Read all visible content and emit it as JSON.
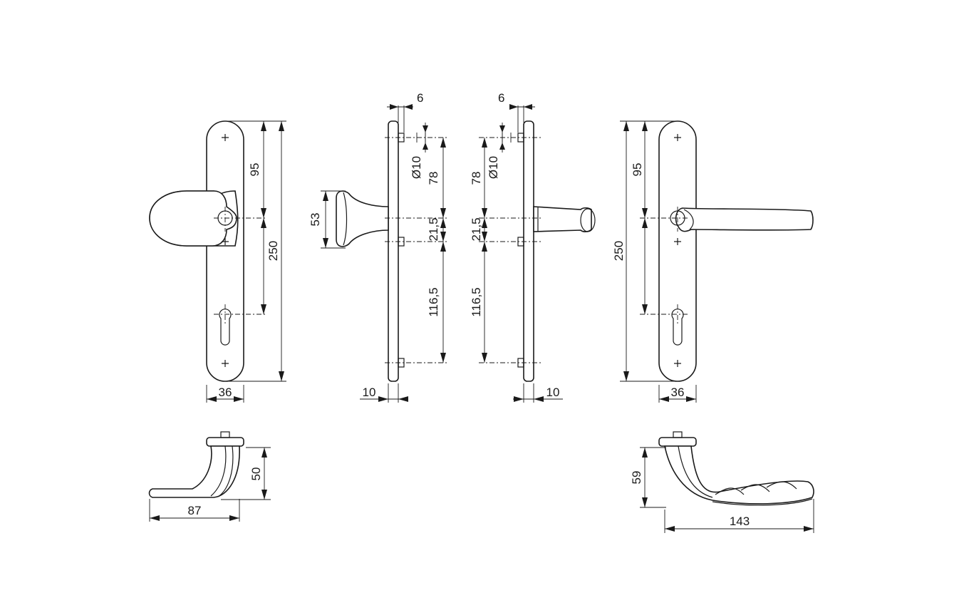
{
  "drawing": {
    "front_left": {
      "plate_height": "250",
      "spacing_to_cylinder": "95",
      "plate_width": "36"
    },
    "side_left": {
      "screw_offset": "6",
      "bore_diameter": "Ø10",
      "top_to_spindle": "78",
      "spindle_to_hole": "21,5",
      "hole_to_bottom": "116,5",
      "thickness": "10",
      "knob_height": "53"
    },
    "side_right": {
      "screw_offset": "6",
      "bore_diameter": "Ø10",
      "top_to_spindle": "78",
      "spindle_to_hole": "21,5",
      "hole_to_bottom": "116,5",
      "thickness": "10"
    },
    "front_right": {
      "plate_height": "250",
      "spacing_to_cylinder": "95",
      "plate_width": "36"
    },
    "lever_left": {
      "height": "50",
      "length": "87"
    },
    "lever_right": {
      "height": "59",
      "length": "143"
    }
  }
}
